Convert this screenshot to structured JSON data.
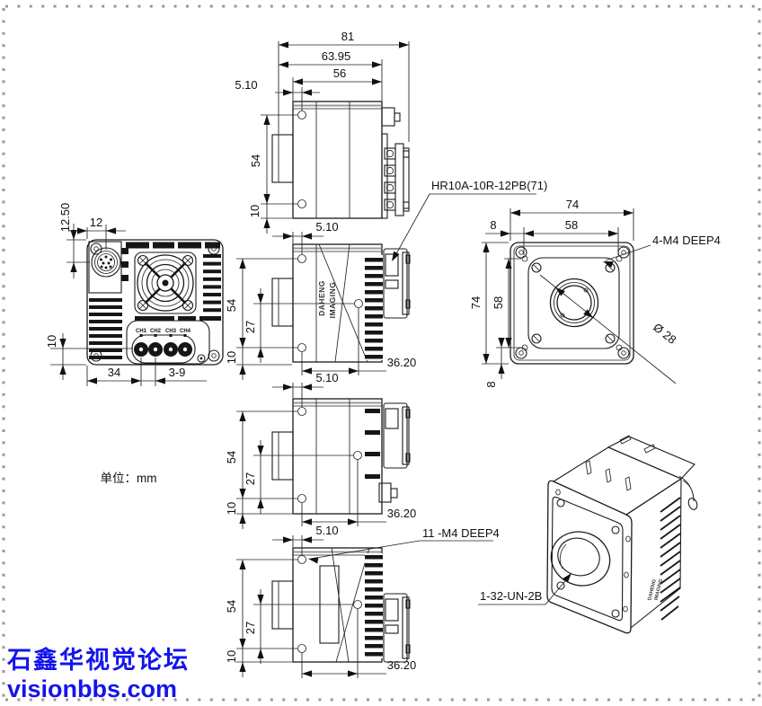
{
  "note": {
    "units": "单位：mm"
  },
  "watermark": {
    "line1": "石鑫华视觉论坛",
    "line2": "visionbbs.com",
    "color": "#1414ee"
  },
  "colors": {
    "line": "#1a1a1a",
    "border_dots": "#999999",
    "watermark": "#1414ee",
    "background": "#ffffff"
  },
  "logo": {
    "line1": "DAHENG",
    "line2": "IMAGING"
  },
  "callouts": {
    "hirose": "HR10A-10R-12PB(71)",
    "front_screws": "4-M4 DEEP4",
    "lens_diameter": "Ø 28",
    "side_screws": "11 -M4 DEEP4",
    "lens_thread": "1-32-UN-2B"
  },
  "rear": {
    "dims": {
      "d12_50": "12.50",
      "d12": "12",
      "d10": "10",
      "d34": "34",
      "d3_9": "3-9"
    },
    "channels": [
      "CH1",
      "CH2",
      "CH3",
      "CH4"
    ]
  },
  "top": {
    "dims": {
      "d81": "81",
      "d63_95": "63.95",
      "d56": "56",
      "d5_10": "5.10",
      "d54": "54",
      "d10": "10"
    }
  },
  "sideC": {
    "dims": {
      "d5_10": "5.10",
      "d54": "54",
      "d27": "27",
      "d10": "10",
      "d36_20": "36.20"
    }
  },
  "sideD": {
    "dims": {
      "d5_10": "5.10",
      "d54": "54",
      "d27": "27",
      "d10": "10",
      "d36_20": "36.20"
    }
  },
  "bottom": {
    "dims": {
      "d5_10": "5.10",
      "d54": "54",
      "d27": "27",
      "d10": "10",
      "d36_20": "36.20"
    }
  },
  "face": {
    "dims": {
      "d74_top": "74",
      "d8_top": "8",
      "d58_top": "58",
      "d74_left": "74",
      "d58_left": "58",
      "d8_bottom": "8"
    }
  }
}
